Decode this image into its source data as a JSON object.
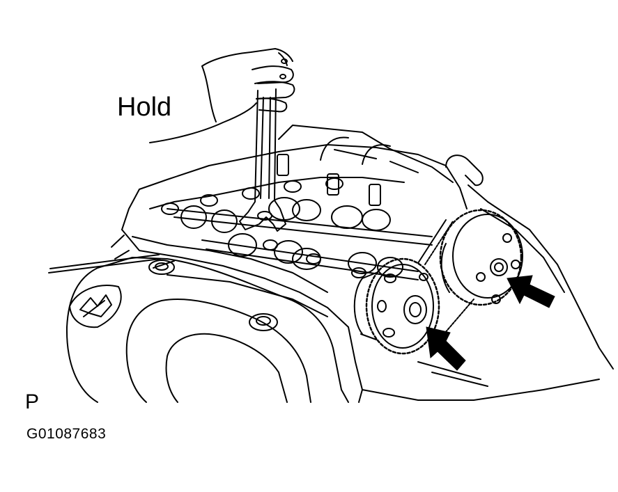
{
  "labels": {
    "hold": "Hold",
    "view": "P",
    "figure_code": "G01087683"
  },
  "colors": {
    "line": "#000000",
    "background": "#ffffff"
  },
  "parts": [
    "engine-cover",
    "cylinder-head",
    "camshaft",
    "wrench",
    "hand",
    "camshaft-timing-gear",
    "camshaft-timing-sprocket",
    "timing-chain",
    "arrow"
  ]
}
